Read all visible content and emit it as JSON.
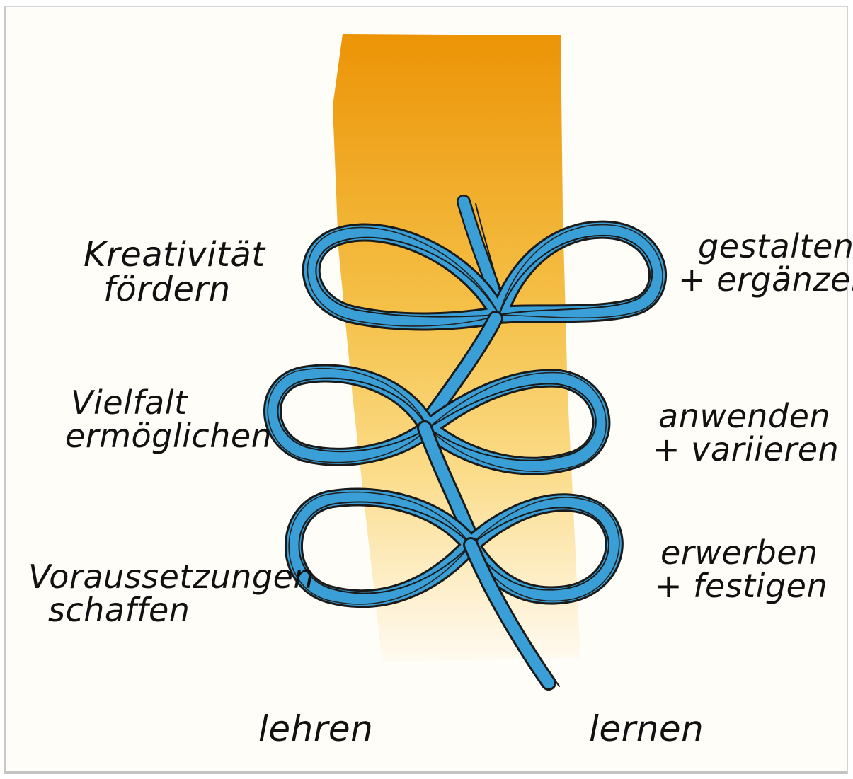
{
  "left_labels": {
    "top": [
      "Kreativität",
      "fördern"
    ],
    "middle": [
      "Vielfalt",
      "ermöglichen"
    ],
    "bottom": [
      "Voraussetzungen",
      "schaffen"
    ]
  },
  "right_labels": {
    "top": [
      "gestalten",
      "+ ergänzen"
    ],
    "middle": [
      "anwenden",
      "+ variieren"
    ],
    "bottom": [
      "erwerben",
      "+ festigen"
    ]
  },
  "bottom_labels": {
    "left": "lehren",
    "right": "lernen"
  },
  "colors": {
    "gradient_top": "#ec9406",
    "gradient_mid": "#f5c24a",
    "gradient_bottom": "#fffaf0",
    "ribbon": "#3a9fd6",
    "ribbon_outline": "#1a1a1a",
    "text": "#111111"
  }
}
